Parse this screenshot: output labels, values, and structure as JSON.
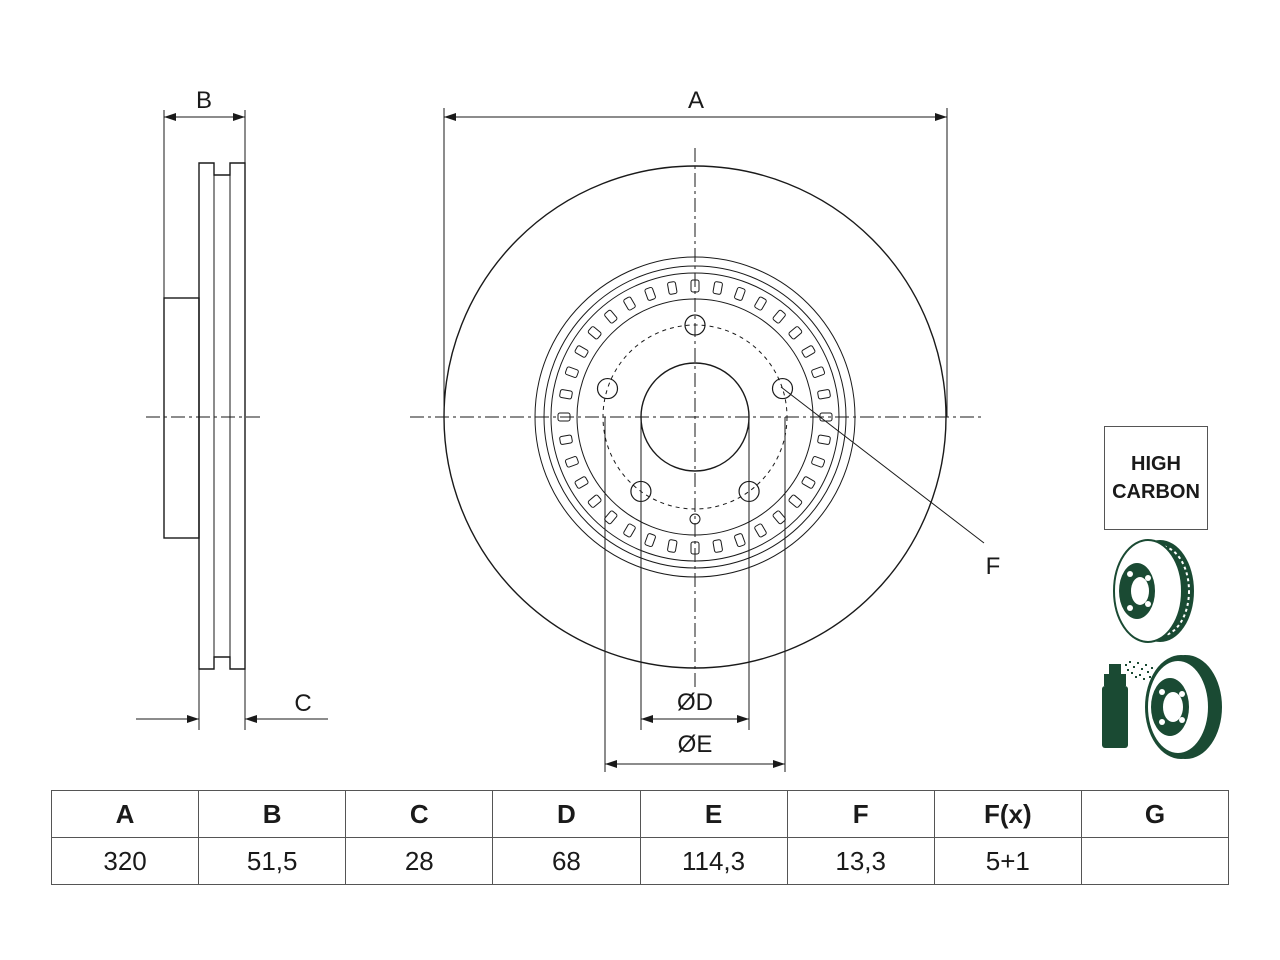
{
  "dimension_labels": {
    "a": "A",
    "b": "B",
    "c": "C",
    "d": "ØD",
    "e": "ØE",
    "f": "F"
  },
  "badge": {
    "line1": "HIGH",
    "line2": "CARBON"
  },
  "icons": [
    "vented-disc-icon",
    "coated-disc-spray-icon"
  ],
  "table": {
    "headers": [
      "A",
      "B",
      "C",
      "D",
      "E",
      "F",
      "F(x)",
      "G"
    ],
    "values": [
      "320",
      "51,5",
      "28",
      "68",
      "114,3",
      "13,3",
      "5+1",
      ""
    ]
  },
  "colors": {
    "line": "#1a1a1a",
    "icon_fill": "#1a4a33"
  }
}
